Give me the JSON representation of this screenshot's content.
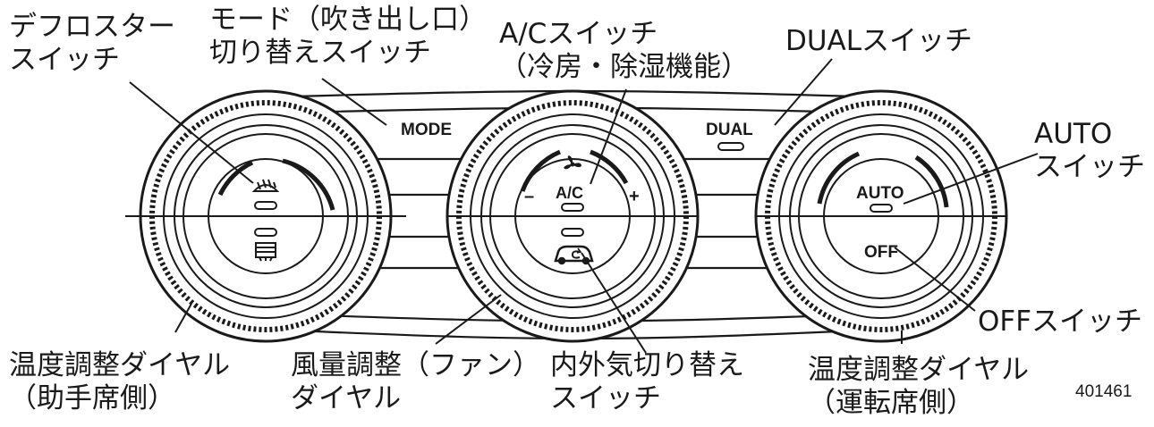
{
  "callouts": {
    "defroster": [
      "デフロスター",
      "スイッチ"
    ],
    "mode": [
      "モード（吹き出し口）",
      "切り替えスイッチ"
    ],
    "ac": [
      "A/Cスイッチ",
      "（冷房・除湿機能）"
    ],
    "dual": [
      "DUALスイッチ"
    ],
    "auto": [
      "AUTO",
      "スイッチ"
    ],
    "off": [
      "OFFスイッチ"
    ],
    "temp_passenger": [
      "温度調整ダイヤル",
      "（助手席側）"
    ],
    "fan": [
      "風量調整（ファン）",
      "ダイヤル"
    ],
    "recirc": [
      "内外気切り替え",
      "スイッチ"
    ],
    "temp_driver": [
      "温度調整ダイヤル",
      "（運転席側）"
    ]
  },
  "panel": {
    "mode_label": "MODE",
    "dual_label": "DUAL",
    "ac_label": "A/C",
    "auto_label": "AUTO",
    "off_label": "OFF",
    "minus": "–",
    "plus": "+"
  },
  "icons": [
    "front-defroster-icon",
    "rear-defroster-icon",
    "fan-icon",
    "recirculation-icon"
  ],
  "figure_id": "401461"
}
